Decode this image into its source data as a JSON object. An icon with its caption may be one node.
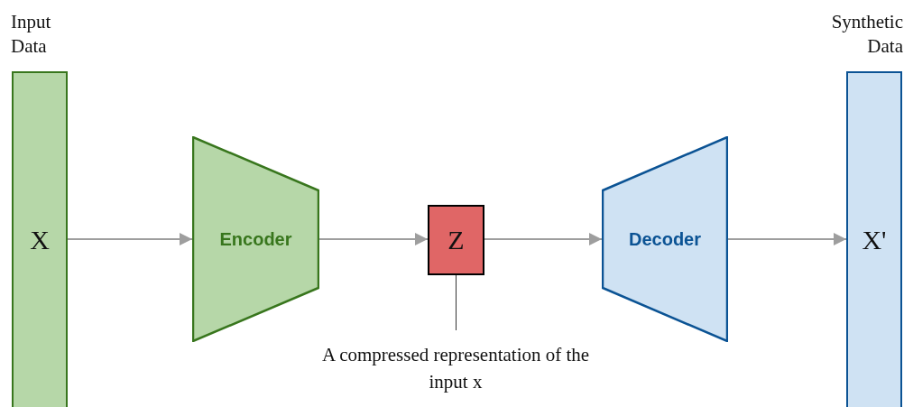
{
  "diagram": {
    "nodes": [
      {
        "text": [
          "Input Data",
          "X"
        ]
      },
      {
        "text": [
          "Encoder"
        ]
      },
      {
        "text": [
          "Z"
        ]
      },
      {
        "text": [
          "Decoder"
        ]
      },
      {
        "text": [
          "Synthetic Data",
          "X'"
        ]
      },
      {
        "text": [
          "A compressed representation of the input x"
        ]
      }
    ],
    "edges": [
      {
        "from": 0,
        "to": 1,
        "arrow": "to"
      },
      {
        "from": 1,
        "to": 2,
        "arrow": "to"
      },
      {
        "from": 2,
        "to": 3,
        "arrow": "to"
      },
      {
        "from": 3,
        "to": 4,
        "arrow": "to"
      },
      {
        "from": 5,
        "to": 2,
        "arrow": "none",
        "color": "#333333"
      }
    ]
  }
}
